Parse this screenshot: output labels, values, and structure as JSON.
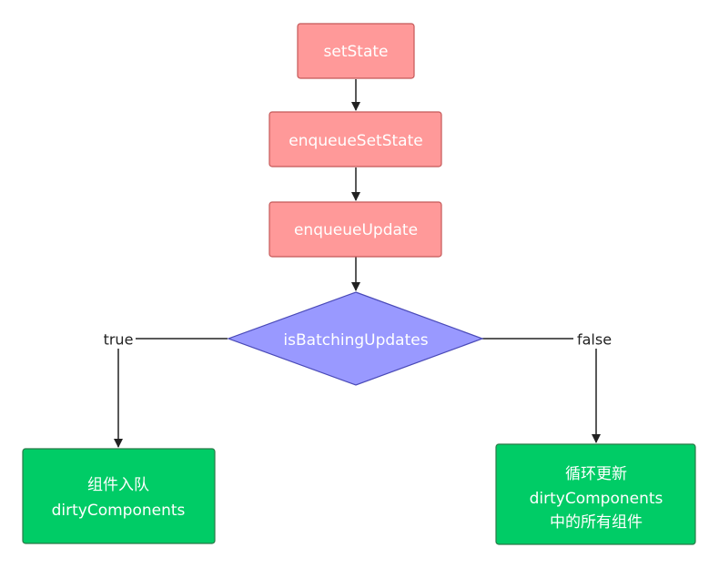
{
  "colors": {
    "process_fill": "#ff9999",
    "process_stroke": "#c45858",
    "decision_fill": "#9999ff",
    "decision_stroke": "#4a4ab8",
    "result_fill": "#00cc66",
    "result_stroke": "#2b7a48",
    "line": "#222222"
  },
  "nodes": {
    "set_state": "setState",
    "enqueue_set_state": "enqueueSetState",
    "enqueue_update": "enqueueUpdate",
    "decision": "isBatchingUpdates",
    "left_result": {
      "line1": "组件入队",
      "line2": "dirtyComponents"
    },
    "right_result": {
      "line1": "循环更新",
      "line2": "dirtyComponents",
      "line3": "中的所有组件"
    }
  },
  "edges": {
    "true_label": "true",
    "false_label": "false"
  }
}
